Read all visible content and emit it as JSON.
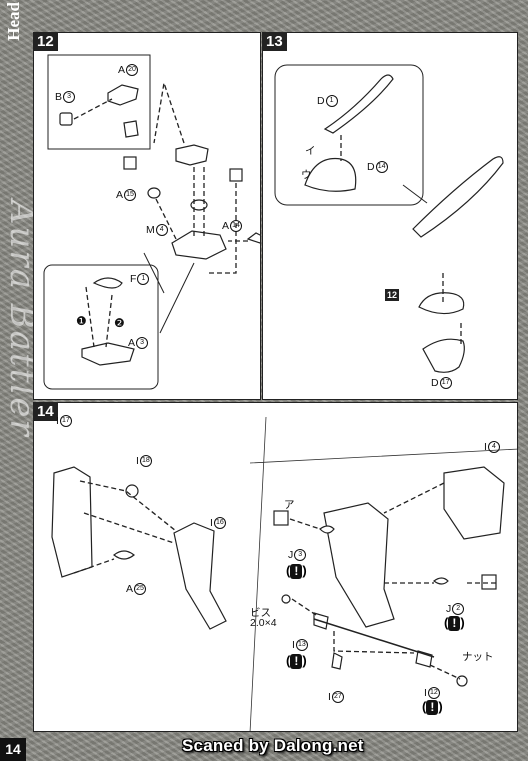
{
  "page": {
    "section": "Head",
    "watermark": "Aura Battler",
    "number": "14",
    "credit": "Scaned by Dalong.net"
  },
  "step12": {
    "num": "12",
    "labels": {
      "a20": "A",
      "a20n": "20",
      "b3": "B",
      "b3n": "3",
      "a15": "A",
      "a15n": "15",
      "m4": "M",
      "m4n": "4",
      "a14": "A",
      "a14n": "14",
      "f1": "F",
      "f1n": "1",
      "a3": "A",
      "a3n": "3",
      "s1": "❶",
      "s2": "❷"
    }
  },
  "step13": {
    "num": "13",
    "labels": {
      "d1": "D",
      "d1n": "1",
      "d14": "D",
      "d14n": "14",
      "ref12": "12",
      "d17": "D",
      "d17n": "17",
      "i": "イ",
      "u": "ウ"
    }
  },
  "step14": {
    "num": "14",
    "labels": {
      "i17": "I",
      "i17n": "17",
      "i18": "I",
      "i18n": "18",
      "i16": "I",
      "i16n": "16",
      "a25": "A",
      "a25n": "25",
      "i4": "I",
      "i4n": "4",
      "j3": "J",
      "j3n": "3",
      "j2": "J",
      "j2n": "2",
      "screw": "ビス",
      "screw_size": "2.0×4",
      "i13": "I",
      "i13n": "13",
      "i27": "I",
      "i27n": "27",
      "i12": "I",
      "i12n": "12",
      "nut": "ナット",
      "p": "ア"
    }
  }
}
